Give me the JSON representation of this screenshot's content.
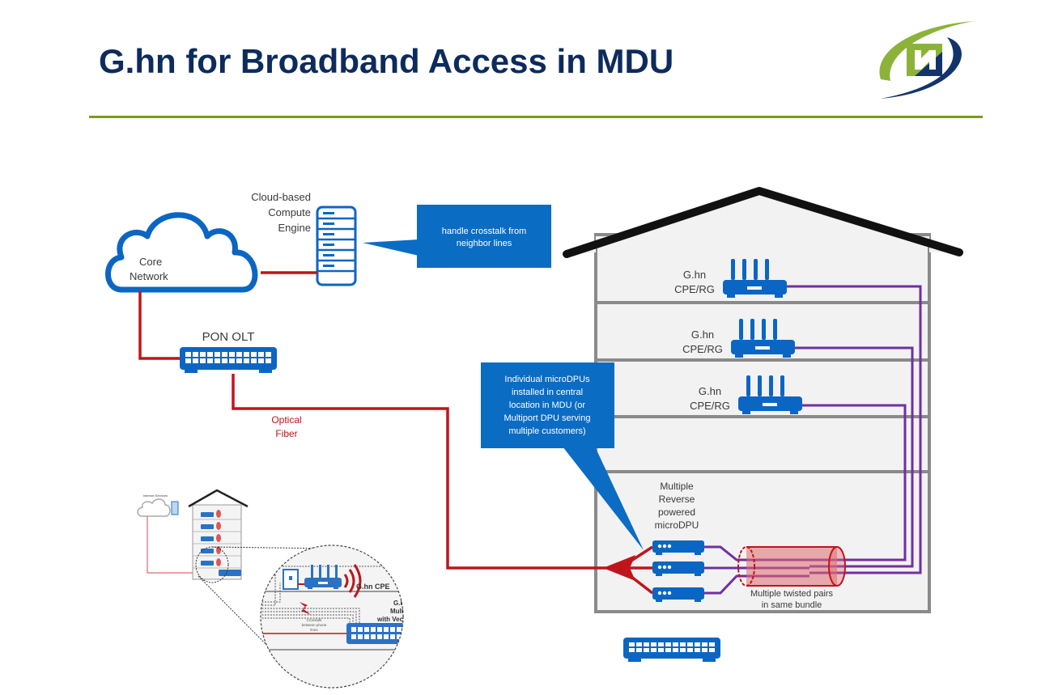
{
  "slide": {
    "title": "G.hn for Broadband Access in MDU",
    "logo": "company-logo"
  },
  "colors": {
    "title": "#0d2b5c",
    "rule": "#7a9a1a",
    "device_blue": "#0b66c3",
    "fiber_red": "#c0141c",
    "copper_purple": "#7030a0",
    "callout_blue": "#0b6cc4",
    "building_fill": "#f2f2f2",
    "building_wall": "#8a8a8a"
  },
  "diagram": {
    "cloud": {
      "line1": "Core",
      "line2": "Network"
    },
    "compute": {
      "line1": "Cloud-based",
      "line2": "Compute",
      "line3": "Engine"
    },
    "callout_crosstalk": {
      "line1": "handle crosstalk from",
      "line2": "neighbor lines"
    },
    "olt": {
      "label": "PON OLT"
    },
    "fiber": {
      "line1": "Optical",
      "line2": "Fiber"
    },
    "callout_dpu": {
      "lines": [
        "Individual microDPUs",
        "installed in central",
        "location in MDU (or",
        "Multiport DPU serving",
        "multiple customers)"
      ]
    },
    "cpe": [
      {
        "line1": "G.hn",
        "line2": "CPE/RG"
      },
      {
        "line1": "G.hn",
        "line2": "CPE/RG"
      },
      {
        "line1": "G.hn",
        "line2": "CPE/RG"
      }
    ],
    "microdpu": {
      "lines": [
        "Multiple",
        "Reverse",
        "powered",
        "microDPU"
      ]
    },
    "bundle": {
      "line1": "Multiple twisted pairs",
      "line2": "in same bundle"
    },
    "inset": {
      "internet_label": "Internet Services",
      "zoom_cpe_label": "G.hn CPE",
      "zoom_multi_line1": "G.hn",
      "zoom_multi_line2": "Multi",
      "zoom_multi_line3": "with Vec",
      "zoom_crosstalk_line1": "Crosstalk",
      "zoom_crosstalk_line2": "between phone",
      "zoom_crosstalk_line3": "lines"
    }
  }
}
